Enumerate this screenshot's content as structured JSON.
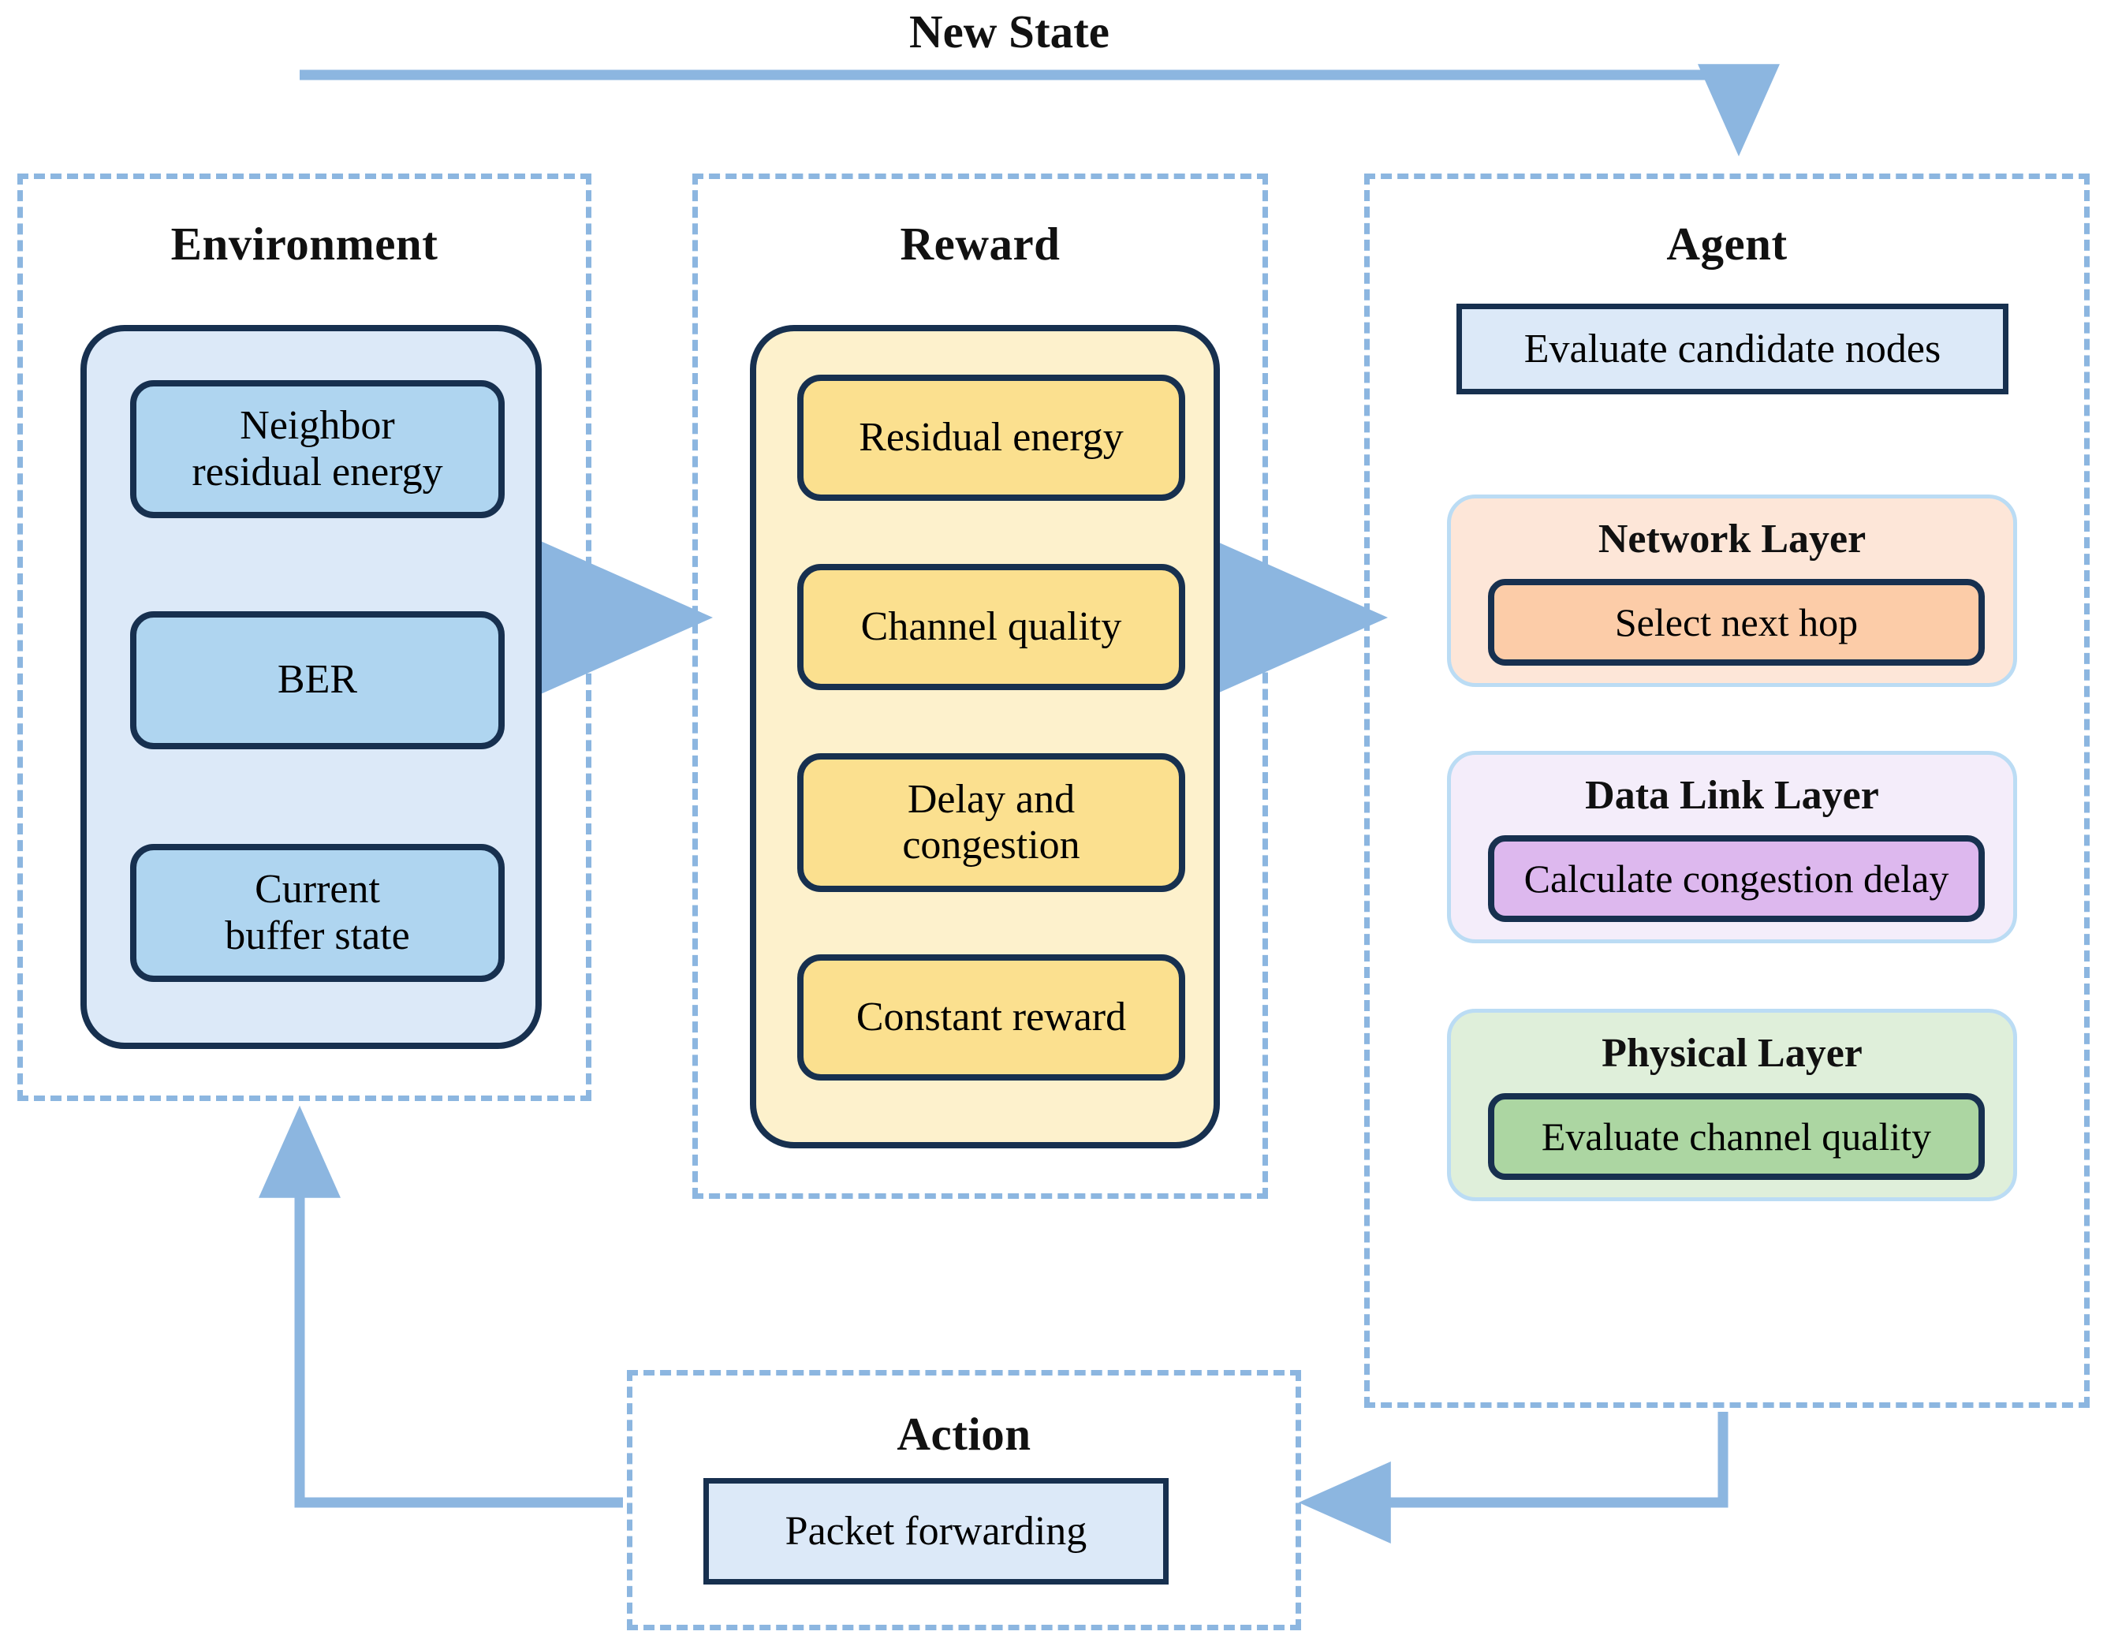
{
  "diagram": {
    "title": "New State",
    "accent_arrow_color": "#8CB6E0",
    "outline_color": "#17304F"
  },
  "environment": {
    "title": "Environment",
    "panel_color": "#DCE9F8",
    "chip_color": "#AFD5F0",
    "items": [
      {
        "label": "Neighbor\nresidual energy"
      },
      {
        "label": "BER"
      },
      {
        "label": "Current\nbuffer state"
      }
    ]
  },
  "reward": {
    "title": "Reward",
    "panel_color": "#FDF1CC",
    "chip_color": "#FBE08F",
    "items": [
      {
        "label": "Residual energy"
      },
      {
        "label": "Channel quality"
      },
      {
        "label": "Delay and\ncongestion"
      },
      {
        "label": "Constant reward"
      }
    ]
  },
  "agent": {
    "title": "Agent",
    "evaluate_box": "Evaluate candidate nodes",
    "layers": [
      {
        "title": "Network Layer",
        "action": "Select next hop",
        "panel_color": "#FDE6D8",
        "chip_color": "#FCCCA8"
      },
      {
        "title": "Data Link Layer",
        "action": "Calculate congestion delay",
        "panel_color": "#F4EDFA",
        "chip_color": "#DDB8EE"
      },
      {
        "title": "Physical Layer",
        "action": "Evaluate channel quality",
        "panel_color": "#DFEFDA",
        "chip_color": "#ACD6A2"
      }
    ]
  },
  "action": {
    "title": "Action",
    "box": "Packet forwarding",
    "box_color": "#DCE9F8"
  }
}
